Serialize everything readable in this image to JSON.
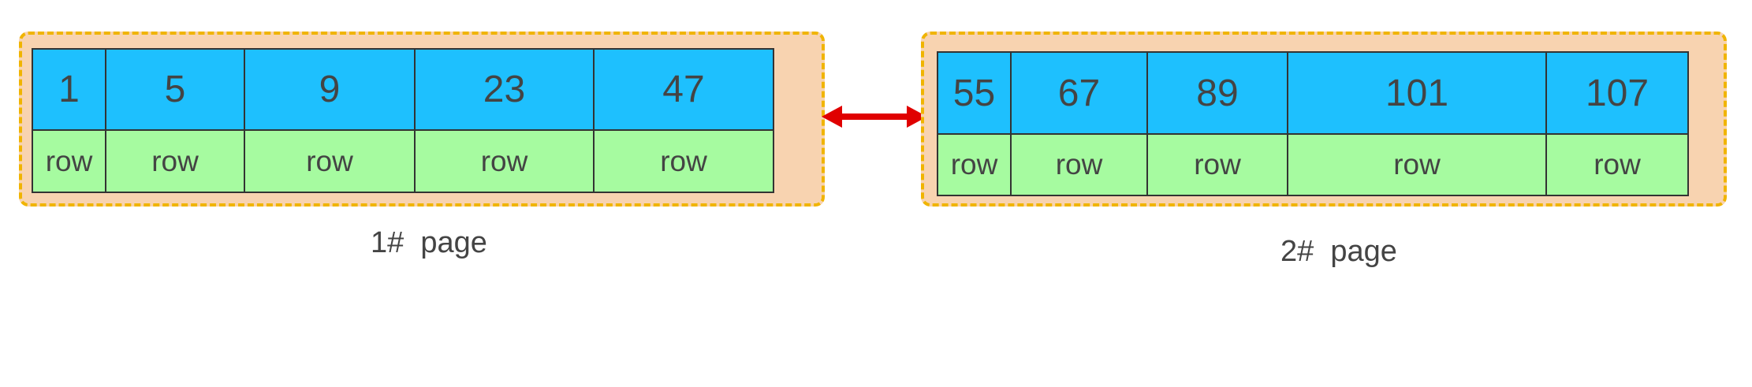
{
  "pages": [
    {
      "label": "1#  page",
      "keys": [
        "1",
        "5",
        "9",
        "23",
        "47"
      ],
      "rows": [
        "row",
        "row",
        "row",
        "row",
        "row"
      ]
    },
    {
      "label": "2#  page",
      "keys": [
        "55",
        "67",
        "89",
        "101",
        "107"
      ],
      "rows": [
        "row",
        "row",
        "row",
        "row",
        "row"
      ]
    }
  ],
  "colors": {
    "page_fill": "#f8d3b0",
    "page_border": "#f0b400",
    "key_cell": "#1ec0fe",
    "row_cell": "#a6fba0",
    "arrow": "#e00000"
  }
}
